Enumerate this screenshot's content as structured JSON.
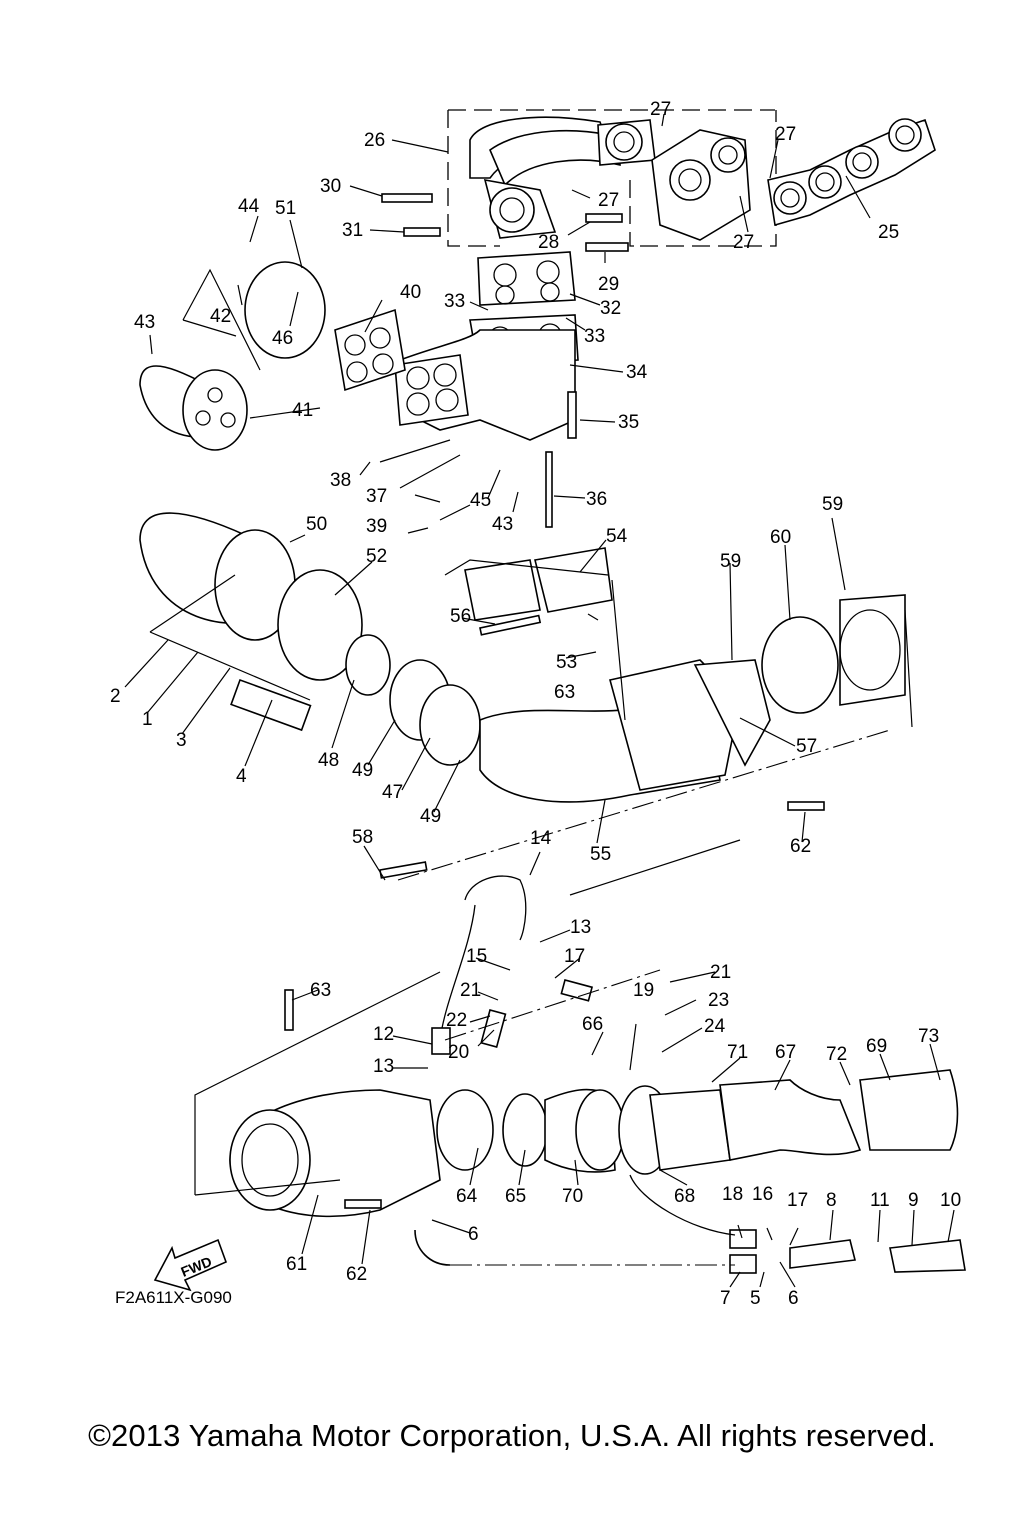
{
  "diagram_code": "F2A611X-G090",
  "fwd_label": "FWD",
  "copyright": "©2013 Yamaha Motor Corporation, U.S.A. All rights reserved.",
  "callouts": [
    "1",
    "2",
    "3",
    "4",
    "5",
    "6",
    "6",
    "6",
    "7",
    "8",
    "9",
    "10",
    "11",
    "12",
    "13",
    "13",
    "14",
    "15",
    "16",
    "17",
    "17",
    "18",
    "19",
    "20",
    "21",
    "21",
    "21",
    "22",
    "23",
    "24",
    "25",
    "26",
    "27",
    "27",
    "27",
    "27",
    "28",
    "29",
    "30",
    "31",
    "32",
    "33",
    "33",
    "34",
    "35",
    "36",
    "37",
    "38",
    "39",
    "40",
    "41",
    "42",
    "43",
    "43",
    "44",
    "45",
    "46",
    "47",
    "48",
    "49",
    "49",
    "50",
    "51",
    "52",
    "53",
    "54",
    "55",
    "56",
    "57",
    "58",
    "59",
    "59",
    "60",
    "61",
    "62",
    "62",
    "63",
    "63",
    "64",
    "65",
    "66",
    "67",
    "68",
    "69",
    "70",
    "71",
    "72",
    "73"
  ]
}
